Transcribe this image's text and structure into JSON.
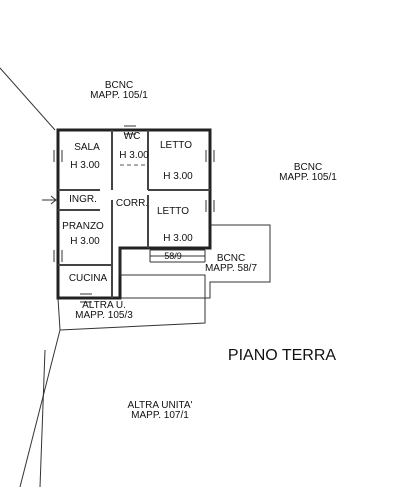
{
  "labels": {
    "bcnc_top_1": "BCNC",
    "bcnc_top_2": "MAPP. 105/1",
    "bcnc_right_1": "BCNC",
    "bcnc_right_2": "MAPP. 105/1",
    "sala": "SALA",
    "sala_h": "H 3.00",
    "wc": "WC",
    "wc_h": "H 3.00",
    "letto1": "LETTO",
    "letto1_h": "H 3.00",
    "letto2": "LETTO",
    "letto2_h": "H 3.00",
    "ingr": "INGR.",
    "corr": "CORR.",
    "pranzo": "PRANZO",
    "pranzo_h": "H 3.00",
    "cucina": "CUCINA",
    "mapp_589": "58/9",
    "bcnc_mid_1": "BCNC",
    "bcnc_mid_2": "MAPP. 58/7",
    "altra_u_1": "ALTRA U.",
    "altra_u_2": "MAPP. 105/3",
    "piano_terra": "PIANO TERRA",
    "altra_unita_1": "ALTRA UNITA'",
    "altra_unita_2": "MAPP. 107/1"
  }
}
